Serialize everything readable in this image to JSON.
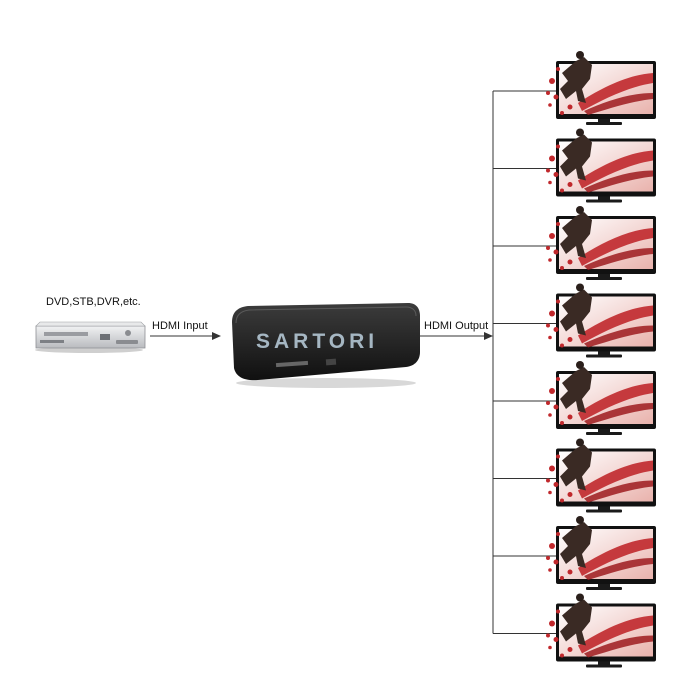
{
  "source": {
    "label": "DVD,STB,DVR,etc."
  },
  "connections": {
    "input_label": "HDMI Input",
    "output_label": "HDMI Output"
  },
  "watermark": "SARTORI",
  "outputs": {
    "count": 8
  },
  "colors": {
    "line": "#333333",
    "splitter_body": "#1e1e1e",
    "player_body": "#d9dadc",
    "screen_red": "#c0282c",
    "watermark": "#bcd0de"
  }
}
